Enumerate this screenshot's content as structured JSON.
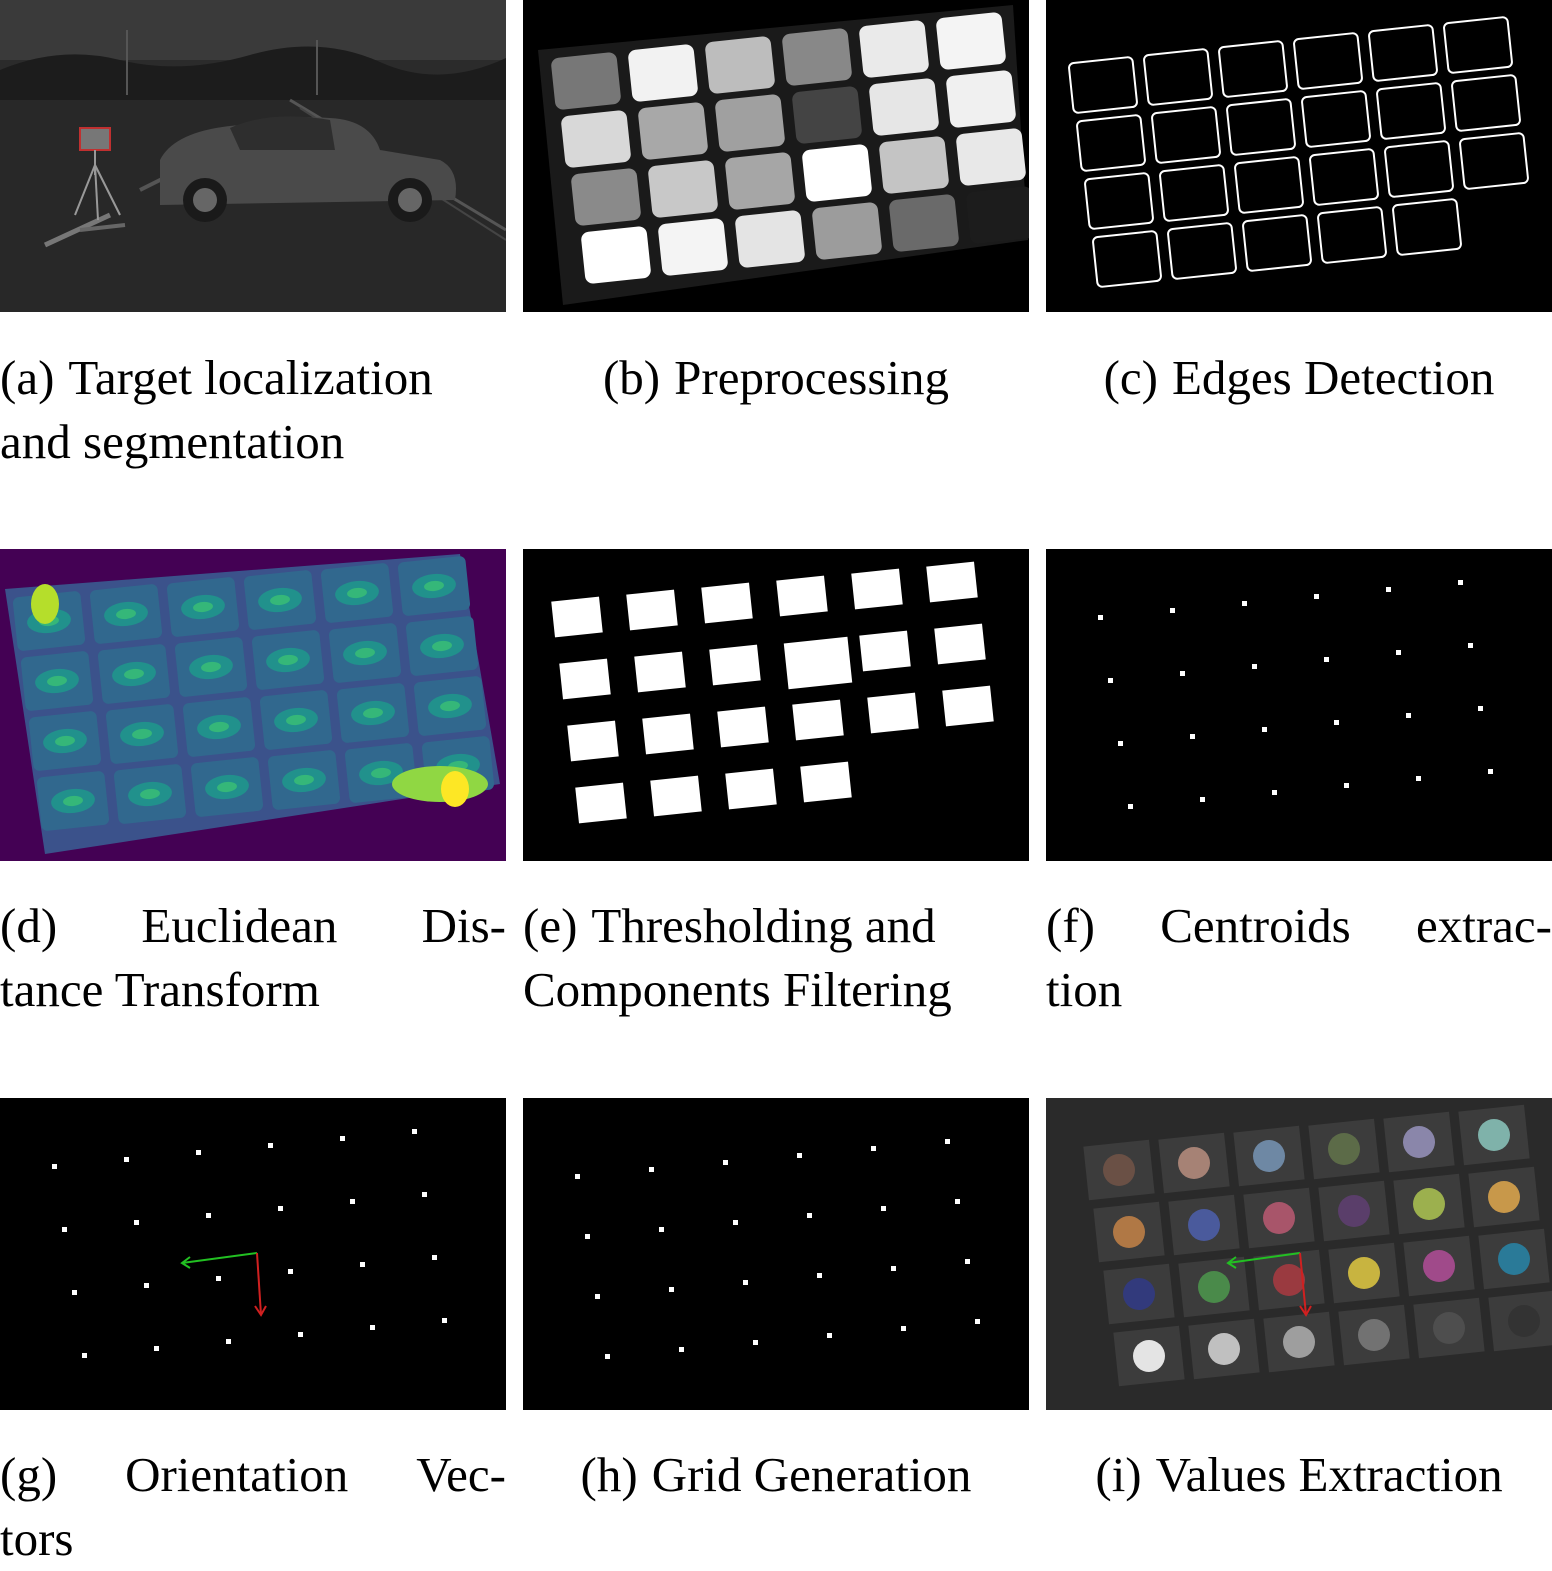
{
  "figure": {
    "panels": [
      {
        "id": "a",
        "label": "(a)",
        "line1": [
          "Target localization"
        ],
        "line2": "and segmentation",
        "layout": "left"
      },
      {
        "id": "b",
        "label": "(b)",
        "line1": [
          "Preprocessing"
        ],
        "line2": "",
        "layout": "center"
      },
      {
        "id": "c",
        "label": "(c)",
        "line1": [
          "Edges Detection"
        ],
        "line2": "",
        "layout": "center"
      },
      {
        "id": "d",
        "label": "(d)",
        "line1": [
          "Euclidean",
          "Dis-"
        ],
        "line2": "tance Transform",
        "layout": "spread"
      },
      {
        "id": "e",
        "label": "(e)",
        "line1": [
          "Thresholding and"
        ],
        "line2": "Components Filtering",
        "layout": "left"
      },
      {
        "id": "f",
        "label": "(f)",
        "line1": [
          "Centroids",
          "extrac-"
        ],
        "line2": "tion",
        "layout": "spread"
      },
      {
        "id": "g",
        "label": "(g)",
        "line1": [
          "Orientation",
          "Vec-"
        ],
        "line2": "tors",
        "layout": "spread"
      },
      {
        "id": "h",
        "label": "(h)",
        "line1": [
          "Grid Generation"
        ],
        "line2": "",
        "layout": "center"
      },
      {
        "id": "i",
        "label": "(i)",
        "line1": [
          "Values Extraction"
        ],
        "line2": "",
        "layout": "center"
      }
    ]
  }
}
